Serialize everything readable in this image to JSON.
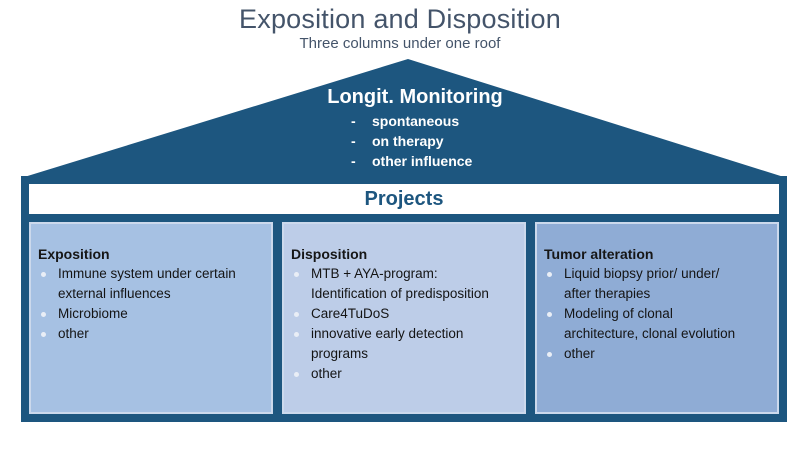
{
  "slide": {
    "title": "Exposition and Disposition",
    "subtitle": "Three columns under one roof"
  },
  "roof": {
    "heading": "Longit. Monitoring",
    "dash": "-",
    "items": [
      "spontaneous",
      "on therapy",
      "other influence"
    ]
  },
  "banner": {
    "label": "Projects"
  },
  "columns": [
    {
      "header": "Exposition",
      "bg": "#a6c1e3",
      "items": [
        "Immune system under certain\nexternal influences",
        "Microbiome",
        "other"
      ]
    },
    {
      "header": "Disposition",
      "bg": "#bdcde8",
      "items": [
        "MTB + AYA-program:\nIdentification of predisposition",
        "Care4TuDoS",
        "innovative early detection\nprograms",
        "other"
      ]
    },
    {
      "header": "Tumor alteration",
      "bg": "#8facd5",
      "items": [
        "Liquid biopsy prior/ under/\nafter therapies",
        "Modeling of clonal\narchitecture, clonal evolution",
        "other"
      ]
    }
  ],
  "colors": {
    "dark_blue": "#1d567f",
    "title_text": "#44546a",
    "banner_bg": "#ffffff",
    "banner_text": "#1d567f",
    "column_border": "#ccd9ec",
    "column_text": "#141414",
    "bullet_dot": "#e9eef6"
  }
}
